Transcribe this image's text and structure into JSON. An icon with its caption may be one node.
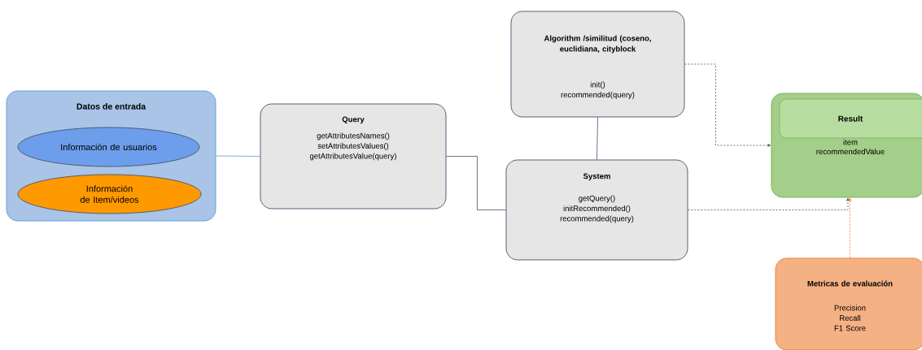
{
  "diagram": {
    "nodes": [
      {
        "text": [
          "Datos de entrada"
        ]
      },
      {
        "text": [
          "Información de usuarios"
        ],
        "in": 0
      },
      {
        "text": [
          "Información de Item/videos"
        ],
        "in": 0
      },
      {
        "text": [
          "Query",
          "getAttributesNames()",
          "setAttributesValues()",
          "getAttributesValue(query)"
        ]
      },
      {
        "text": [
          "Algorithm /similitud (coseno, euclidiana, cityblock",
          "init()",
          "recommended(query)"
        ]
      },
      {
        "text": [
          "System",
          "getQuery()",
          "initRecommended()",
          "recommended(query)"
        ]
      },
      {
        "text": [
          "Result",
          "item",
          "recommendedValue"
        ]
      },
      {
        "text": [
          "Metricas de evaluación",
          "Precision",
          "Recall",
          "F1 Score"
        ]
      }
    ],
    "edges": [
      {
        "from": 0,
        "to": 3,
        "arrow": "none",
        "color": "#5b9bd5"
      },
      {
        "from": 3,
        "to": 5,
        "arrow": "none"
      },
      {
        "from": 4,
        "to": 5,
        "arrow": "none"
      },
      {
        "from": 4,
        "to": 6,
        "arrow": "to",
        "style": "dashed"
      },
      {
        "from": 5,
        "to": 6,
        "arrow": "to",
        "style": "dashed"
      },
      {
        "from": 7,
        "to": 6,
        "arrow": "to",
        "style": "dashed",
        "color": "#ed7d31"
      }
    ]
  }
}
